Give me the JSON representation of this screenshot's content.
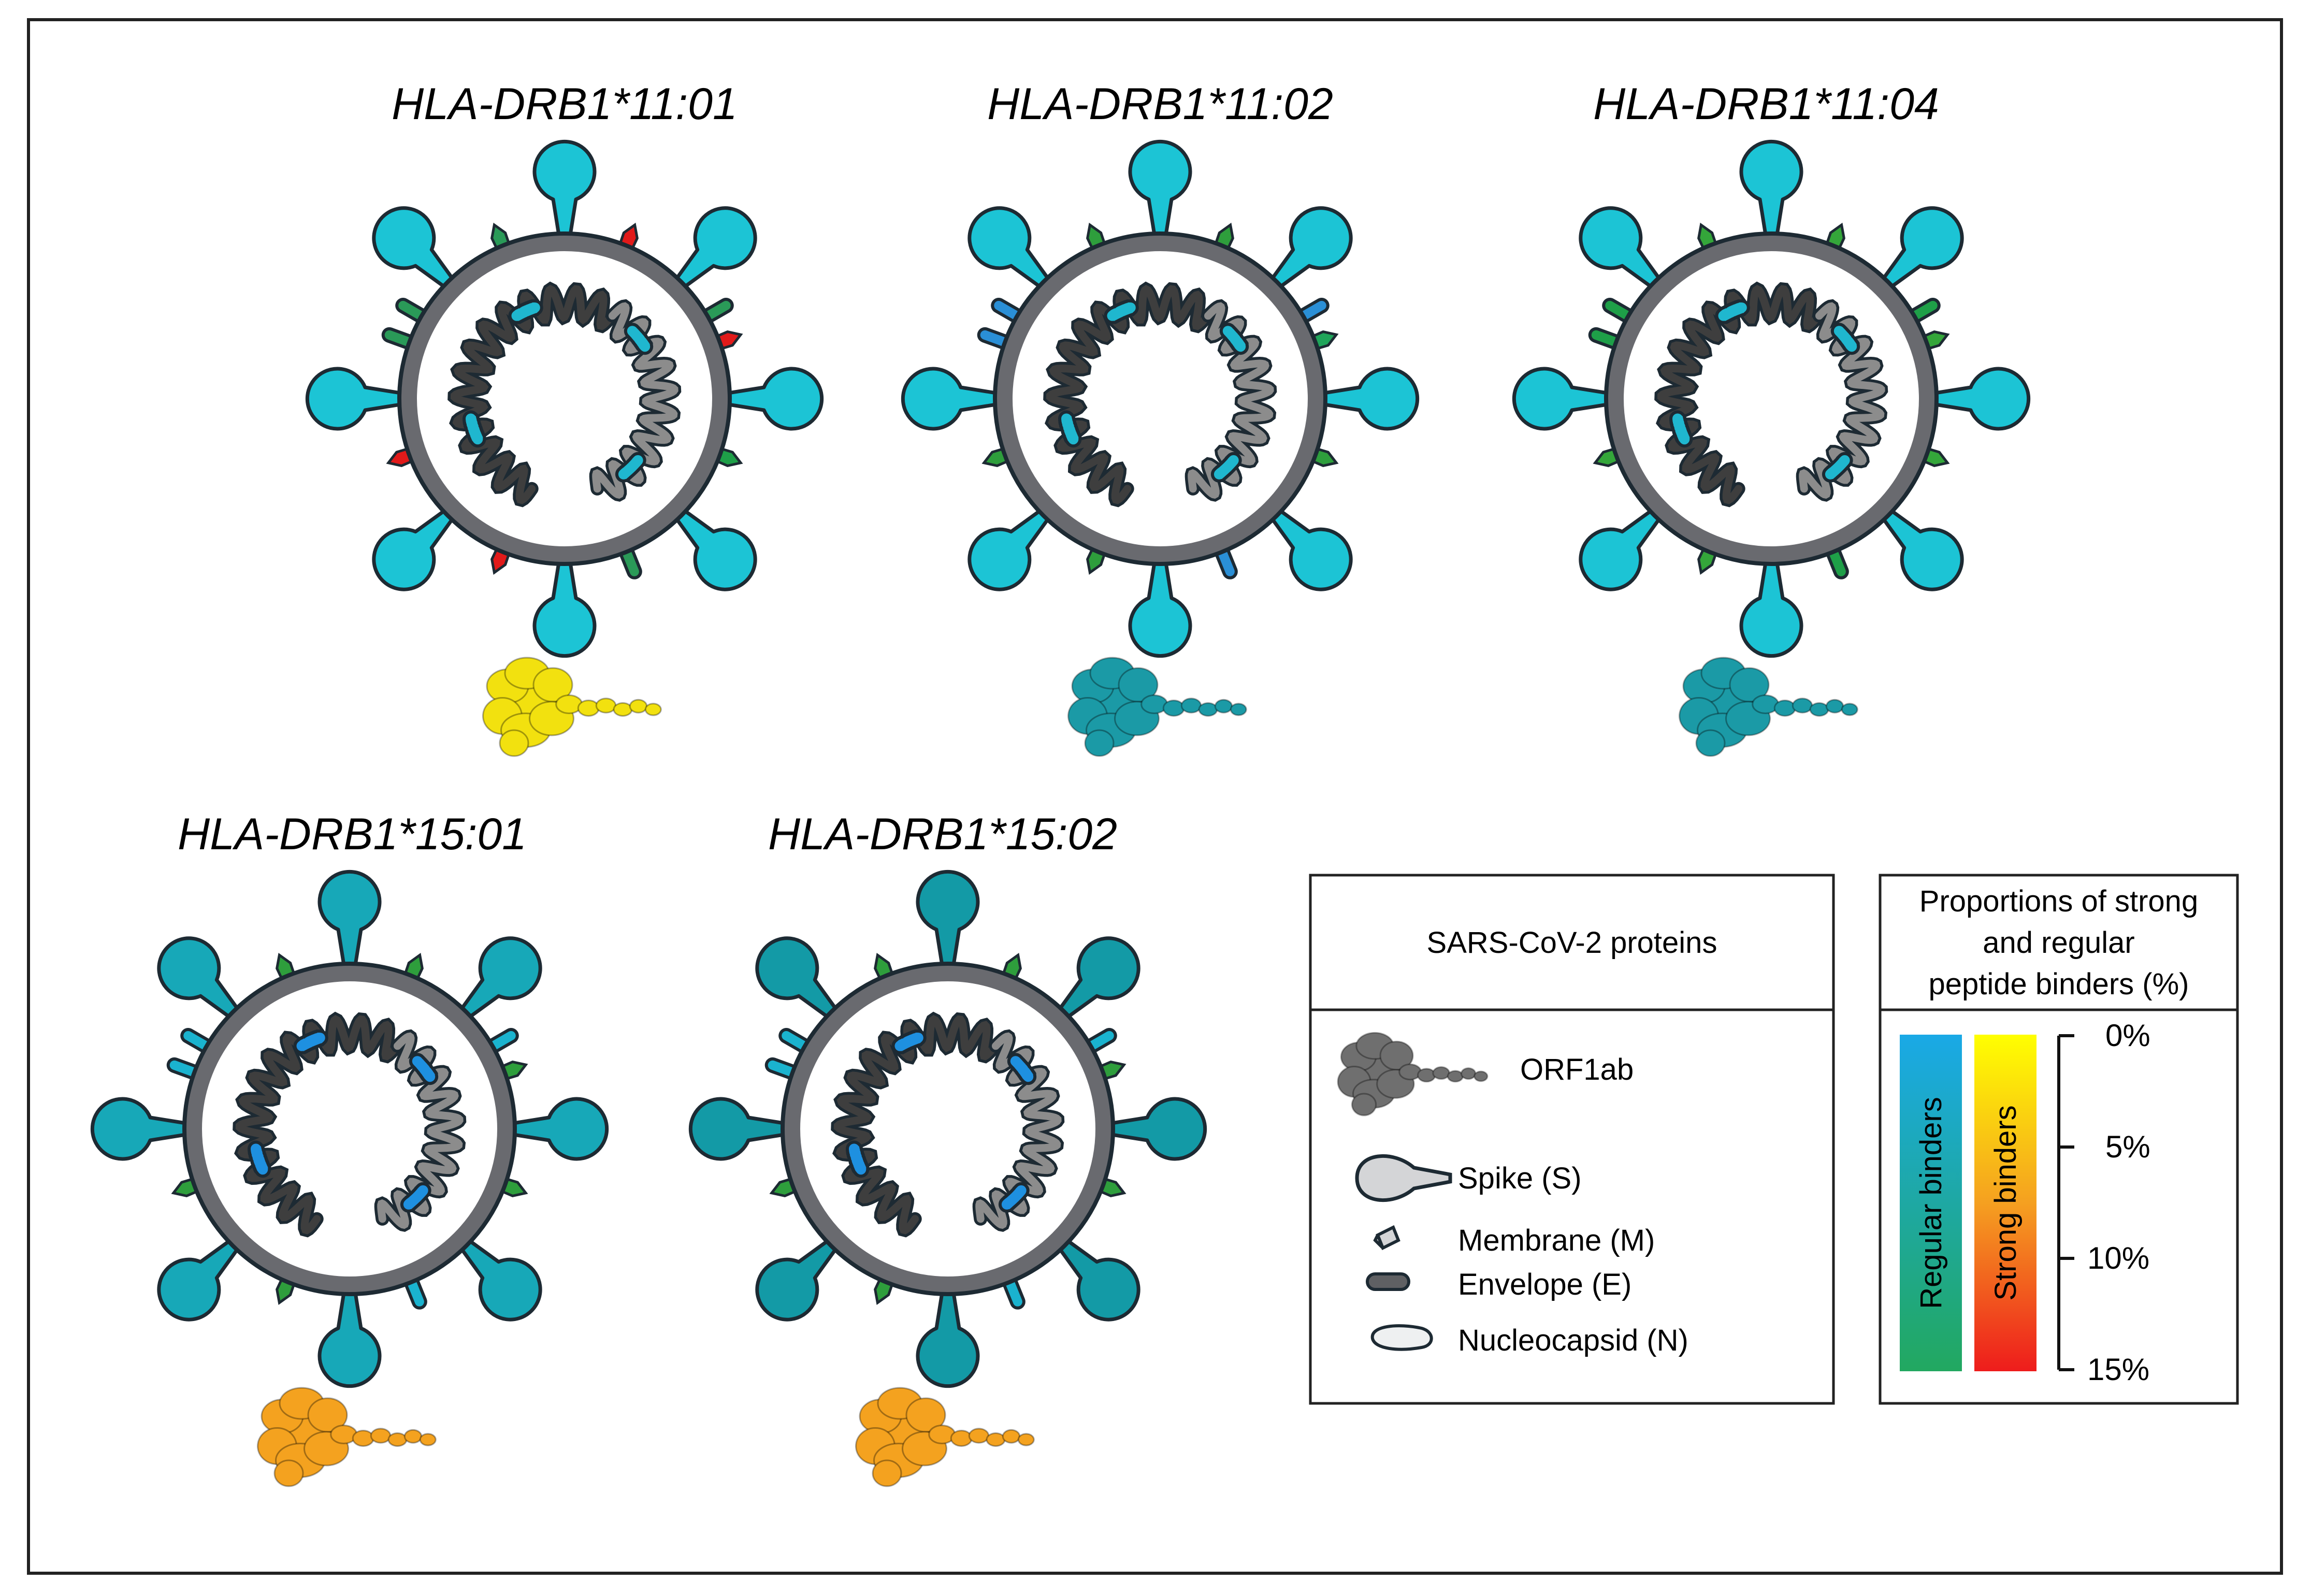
{
  "panels": [
    {
      "title": "HLA-DRB1*11:01",
      "spike_color": "#1cc4d5",
      "orf_color": "#f2e10f",
      "m_colors": [
        "#2a9a58",
        "#e11a1a",
        "#e11a1a",
        "#1e9f48",
        "#e11a1a",
        "#e11a1a"
      ],
      "e_colors": [
        "#2a9a58",
        "#2a9a58",
        "#2a9a58",
        "#2a9a58"
      ]
    },
    {
      "title": "HLA-DRB1*11:02",
      "spike_color": "#1cc4d5",
      "orf_color": "#1b9aa6",
      "m_colors": [
        "#2e9e3c",
        "#2e9e3c",
        "#1fa55a",
        "#2e9e3c",
        "#2e9e3c",
        "#2e9e3c"
      ],
      "e_colors": [
        "#2a8fd6",
        "#2a8fd6",
        "#2a8fd6",
        "#2a8fd6"
      ]
    },
    {
      "title": "HLA-DRB1*11:04",
      "spike_color": "#1cc4d5",
      "orf_color": "#1b9aa6",
      "m_colors": [
        "#34a63a",
        "#34a63a",
        "#34a63a",
        "#34a63a",
        "#34a63a",
        "#34a63a"
      ],
      "e_colors": [
        "#1e9f48",
        "#1e9f48",
        "#1e9f48",
        "#1e9f48"
      ]
    },
    {
      "title": "HLA-DRB1*15:01",
      "spike_color": "#17a8b8",
      "orf_color": "#f4a21f",
      "m_colors": [
        "#2e9e3c",
        "#2e9e3c",
        "#2e9e3c",
        "#2e9e3c",
        "#2e9e3c",
        "#2e9e3c"
      ],
      "e_colors": [
        "#1ab3cf",
        "#1ab3cf",
        "#1ab3cf",
        "#1ab3cf"
      ]
    },
    {
      "title": "HLA-DRB1*15:02",
      "spike_color": "#139aa6",
      "orf_color": "#f4a21f",
      "m_colors": [
        "#2e9e3c",
        "#2e9e3c",
        "#2e9e3c",
        "#2e9e3c",
        "#2e9e3c",
        "#2e9e3c"
      ],
      "e_colors": [
        "#1ab3cf",
        "#1ab3cf",
        "#1ab3cf",
        "#1ab3cf"
      ]
    }
  ],
  "legend": {
    "title": "SARS-CoV-2 proteins",
    "orf1ab": "ORF1ab",
    "spike": "Spike (S)",
    "membrane": "Membrane (M)",
    "envelope": "Envelope (E)",
    "nucleocapsid": "Nucleocapsid (N)"
  },
  "scale": {
    "title_lines": [
      "Proportions of strong",
      "and regular",
      "peptide binders (%)"
    ],
    "regular_label": "Regular binders",
    "strong_label": "Strong binders",
    "ticks": [
      "0%",
      "5%",
      "10%",
      "15%"
    ],
    "regular_gradient": [
      "#1aa9e6",
      "#22a860"
    ],
    "strong_gradient": [
      "#ffff00",
      "#f5a020",
      "#ee1c1c"
    ]
  },
  "colors": {
    "shell": "#696a6f",
    "outline": "#1d2a33",
    "rna_dark": "#3e3e3e",
    "rna_light": "#8c8c8c",
    "rna_mark": "#1fb7cf",
    "orf_gray": "#6f6f6f"
  }
}
